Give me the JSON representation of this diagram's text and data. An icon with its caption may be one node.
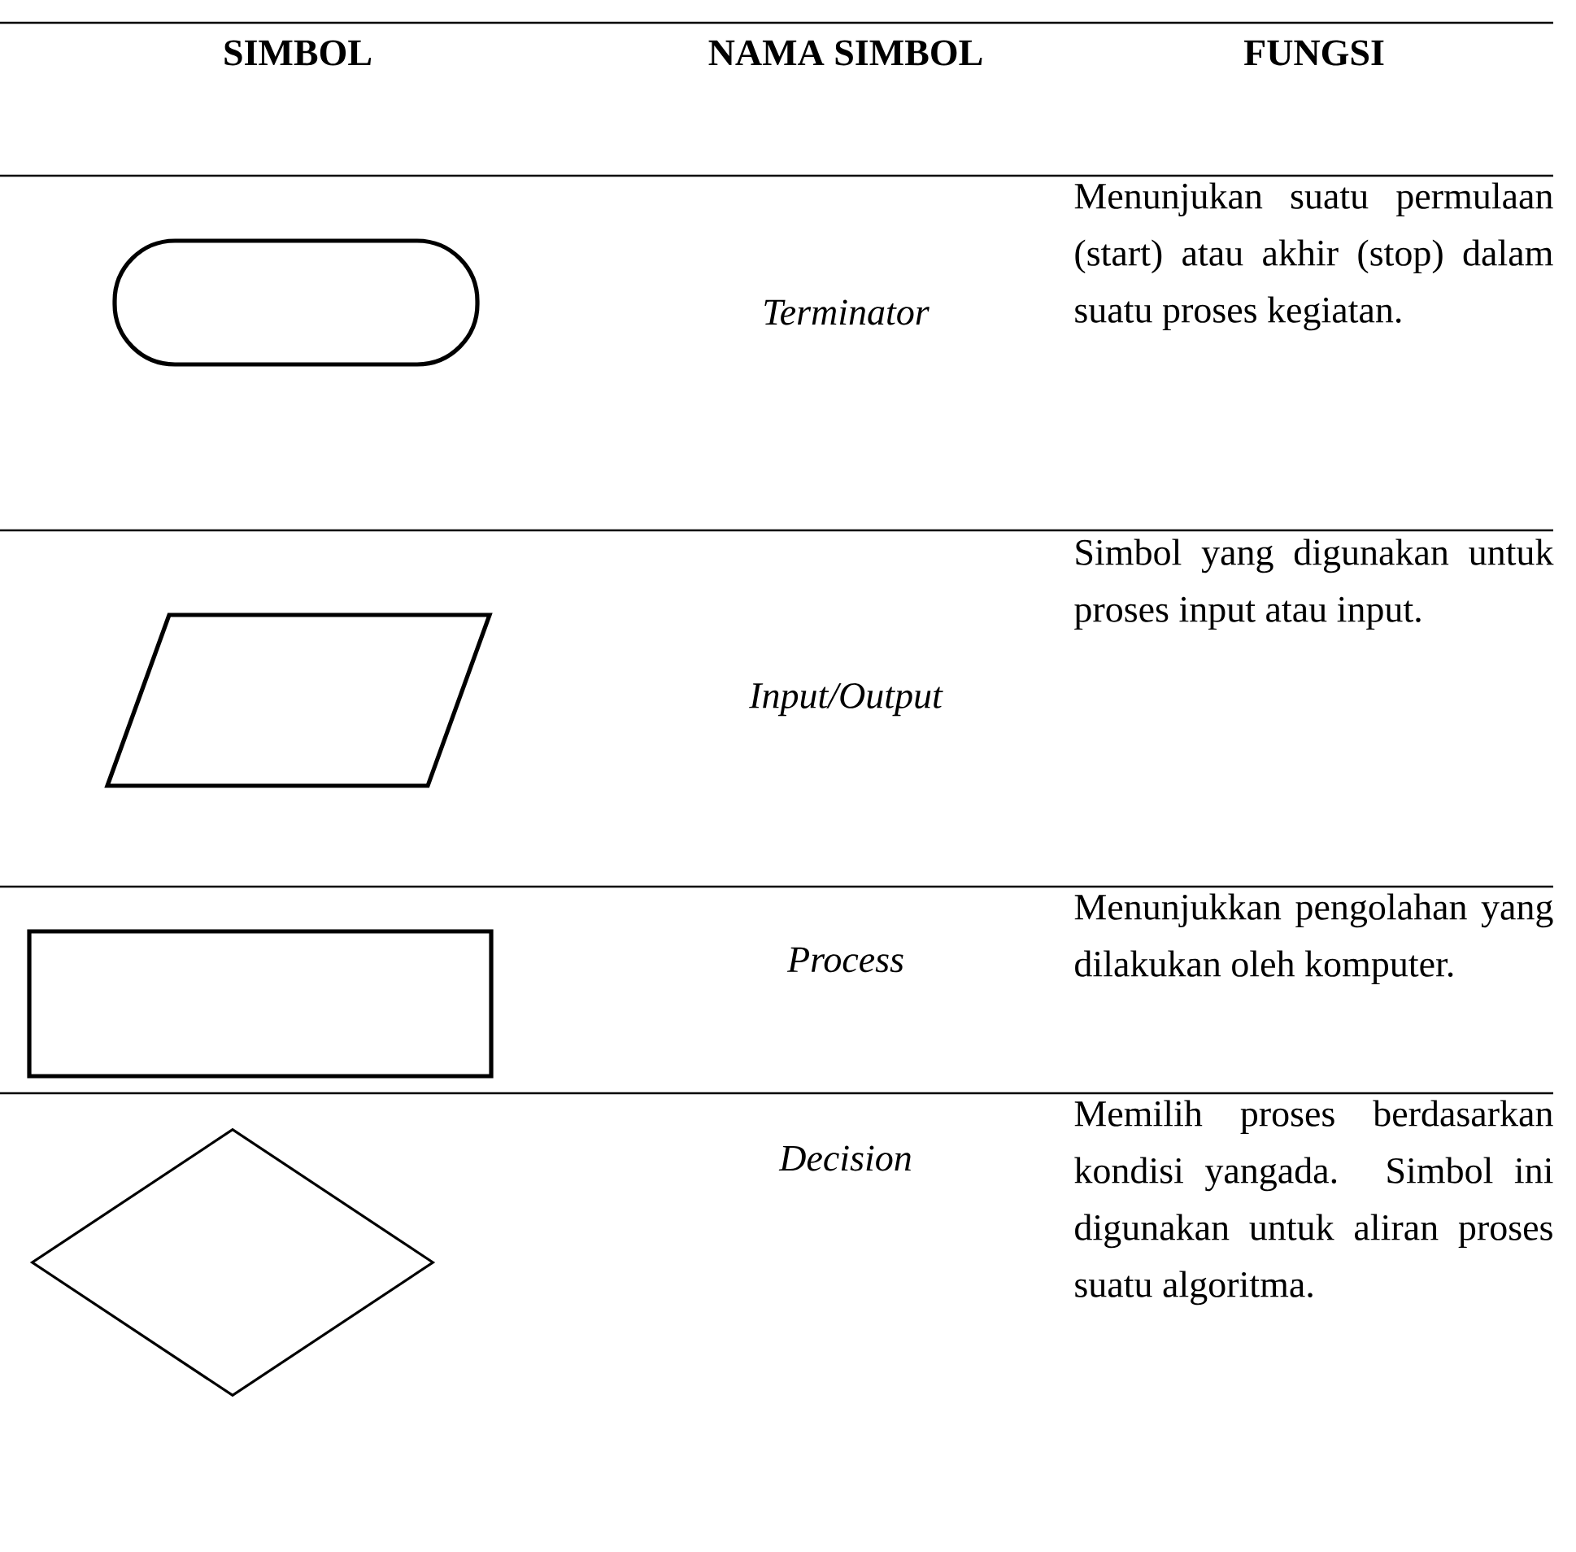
{
  "diagram": {
    "nodes": [
      {
        "text": [],
        "shape": "capsule"
      },
      {
        "text": [],
        "shape": "parallelogram"
      },
      {
        "text": [],
        "shape": "box"
      },
      {
        "text": [],
        "shape": "diamond"
      }
    ],
    "labels": [
      "SIMBOL",
      "NAMA SIMBOL",
      "FUNGSI",
      "Terminator",
      "Menunjukan suatu permulaan (start) atau akhir (stop) dalam suatu proses kegiatan.",
      "Input/Output",
      "Simbol yang digunakan untuk proses input atau input.",
      "Process",
      "Menunjukkan pengolahan yang dilakukan oleh komputer.",
      "Decision",
      "Memilih proses berdasarkan kondisi yangada. Simbol ini digunakan untuk aliran proses suatu algoritma."
    ]
  }
}
